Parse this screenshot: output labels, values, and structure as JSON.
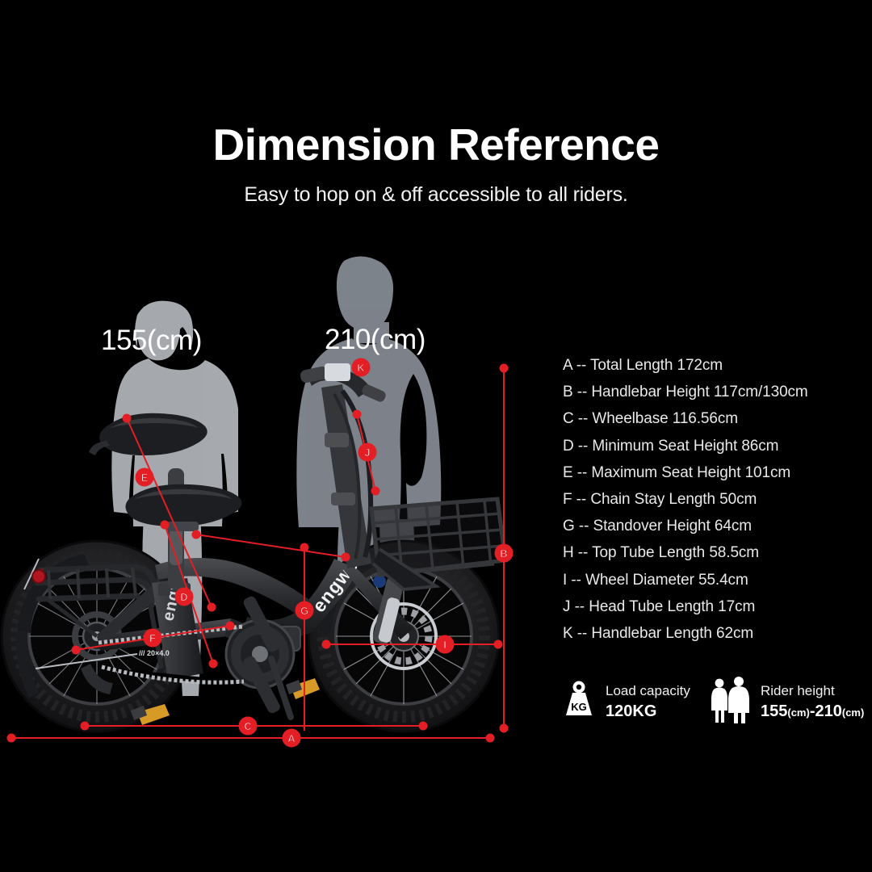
{
  "header": {
    "title": "Dimension Reference",
    "subtitle": "Easy to hop on & off accessible to all riders."
  },
  "silhouettes": [
    {
      "id": "female",
      "label": "155(cm)",
      "height_cm": 155,
      "color": "#b4b8bd"
    },
    {
      "id": "male",
      "label": "210(cm)",
      "height_cm": 210,
      "color": "#848a92"
    }
  ],
  "markers": [
    {
      "letter": "A"
    },
    {
      "letter": "B"
    },
    {
      "letter": "C"
    },
    {
      "letter": "D"
    },
    {
      "letter": "E"
    },
    {
      "letter": "F"
    },
    {
      "letter": "G"
    },
    {
      "letter": "I"
    },
    {
      "letter": "J"
    },
    {
      "letter": "K"
    }
  ],
  "legend": {
    "items": [
      {
        "key": "A",
        "text": "A -- Total Length 172cm"
      },
      {
        "key": "B",
        "text": "B -- Handlebar Height 117cm/130cm"
      },
      {
        "key": "C",
        "text": "C -- Wheelbase 116.56cm"
      },
      {
        "key": "D",
        "text": "D -- Minimum Seat Height 86cm"
      },
      {
        "key": "E",
        "text": "E -- Maximum Seat Height 101cm"
      },
      {
        "key": "F",
        "text": "F -- Chain Stay Length 50cm"
      },
      {
        "key": "G",
        "text": "G -- Standover Height 64cm"
      },
      {
        "key": "H",
        "text": "H -- Top Tube Length 58.5cm"
      },
      {
        "key": "I",
        "text": "I -- Wheel Diameter  55.4cm"
      },
      {
        "key": "J",
        "text": "J -- Head Tube Length 17cm"
      },
      {
        "key": "K",
        "text": "K -- Handlebar Length  62cm"
      }
    ]
  },
  "specs": {
    "load": {
      "icon": "weight-kg-icon",
      "icon_text": "KG",
      "label": "Load capacity",
      "value": "120KG"
    },
    "rider": {
      "icon": "two-people-icon",
      "label": "Rider height",
      "value_min": "155",
      "value_min_unit": "(cm)",
      "value_max": "-210",
      "value_max_unit": "(cm)"
    }
  },
  "brand": {
    "frame_text": "engwe"
  },
  "colors": {
    "background": "#000000",
    "accent_red": "#e31e24",
    "text_primary": "#ffffff",
    "text_secondary": "#e9e9e9",
    "silhouette_light": "#b4b8bd",
    "silhouette_dark": "#848a92"
  }
}
